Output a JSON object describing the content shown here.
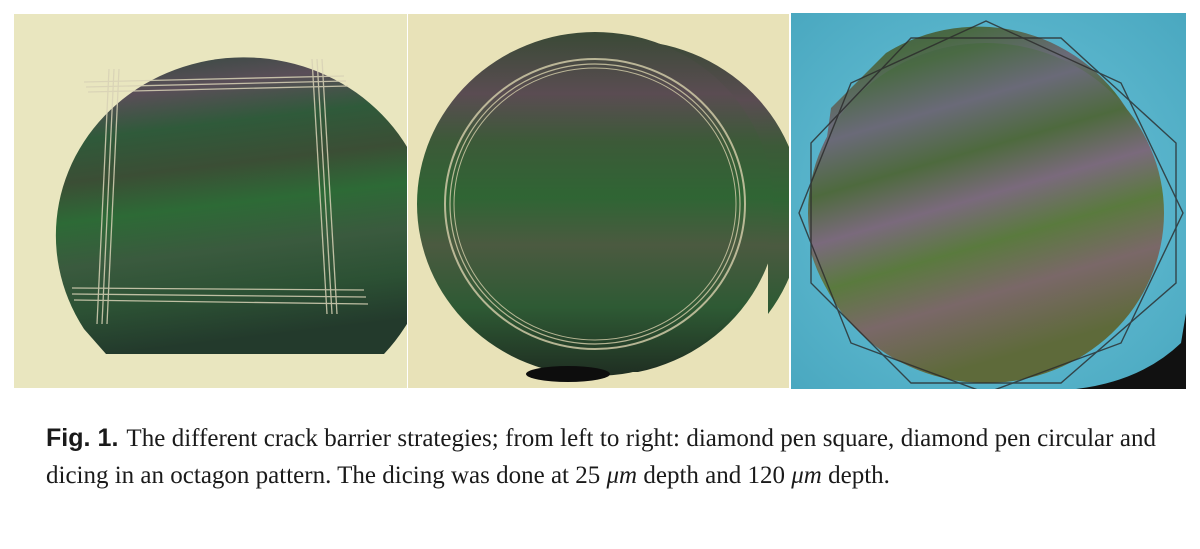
{
  "figure": {
    "label": "Fig. 1.",
    "caption": {
      "text_1": "The different crack barrier strategies; from left to right:  diamond pen square, diamond pen circular and dicing in an octagon pattern. The dicing was done at 25 ",
      "unit_1": "μm",
      "text_2": " depth and 120 ",
      "unit_2": "μm",
      "text_3": " depth."
    },
    "panels": [
      {
        "name": "diamond-pen-square",
        "background": "#e9e6bf"
      },
      {
        "name": "diamond-pen-circular",
        "background": "#e8e2b8"
      },
      {
        "name": "dicing-octagon",
        "background": "#5ab4cc"
      }
    ]
  }
}
